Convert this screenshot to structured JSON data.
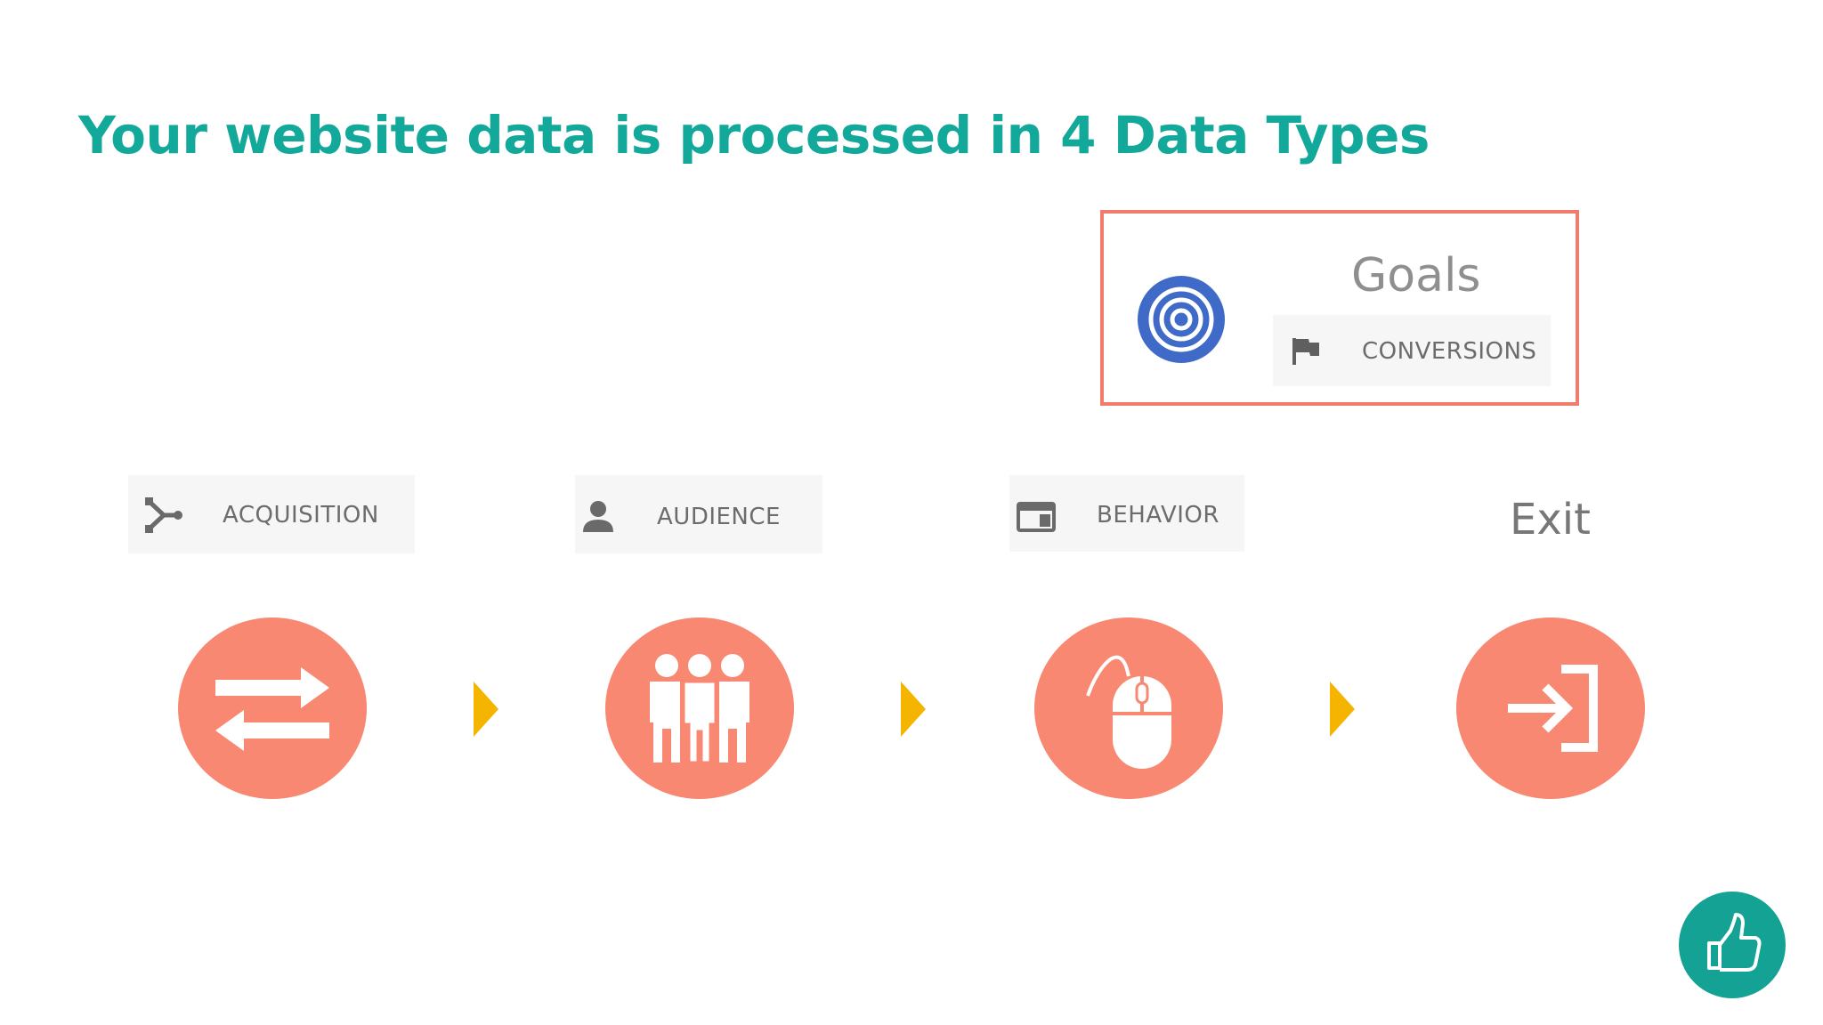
{
  "title": "Your website data is processed in 4 Data Types",
  "goals": {
    "label": "Goals",
    "tag": {
      "label": "CONVERSIONS",
      "icon": "flag-icon"
    },
    "icon": "target-icon",
    "highlight_color": "#f27c6a"
  },
  "steps": [
    {
      "tag": "ACQUISITION",
      "tag_icon": "acquisition-icon",
      "icon": "swap-arrows-icon"
    },
    {
      "tag": "AUDIENCE",
      "tag_icon": "person-icon",
      "icon": "group-icon"
    },
    {
      "tag": "BEHAVIOR",
      "tag_icon": "behavior-window-icon",
      "icon": "mouse-icon"
    },
    {
      "label": "Exit",
      "icon": "exit-icon"
    }
  ],
  "colors": {
    "title": "#12a89a",
    "step_circle": "#f98872",
    "arrow": "#f5b400",
    "target": "#3f6ac7",
    "like_button": "#14a294"
  },
  "like_button": {
    "icon": "thumbs-up-icon"
  }
}
